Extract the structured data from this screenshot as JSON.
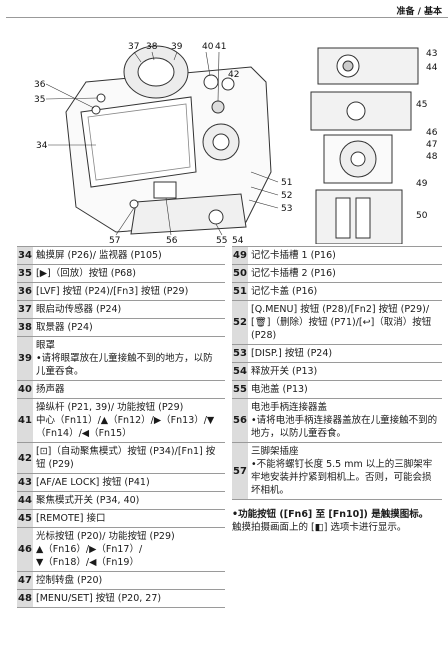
{
  "header": {
    "section": "准备 / 基本"
  },
  "figure": {
    "callouts": [
      "37",
      "38",
      "39",
      "40",
      "41",
      "42",
      "43",
      "44",
      "35",
      "36",
      "34",
      "45",
      "46",
      "47",
      "48",
      "51",
      "52",
      "53",
      "49",
      "50",
      "57",
      "56",
      "55",
      "54"
    ]
  },
  "left_items": [
    {
      "num": "34",
      "lines": [
        "触摸屏 (P26)/ 监视器 (P105)"
      ]
    },
    {
      "num": "35",
      "lines": [
        "[▶]（回放）按钮 (P68)"
      ]
    },
    {
      "num": "36",
      "lines": [
        "[LVF] 按钮 (P24)/[Fn3] 按钮 (P29)"
      ]
    },
    {
      "num": "37",
      "lines": [
        "眼启动传感器 (P24)"
      ]
    },
    {
      "num": "38",
      "lines": [
        "取景器 (P24)"
      ]
    },
    {
      "num": "39",
      "lines": [
        "眼罩",
        "•请将眼罩放在儿童接触不到的地方，以防儿童吞食。"
      ]
    },
    {
      "num": "40",
      "lines": [
        "扬声器"
      ]
    },
    {
      "num": "41",
      "lines": [
        "操纵杆 (P21, 39)/ 功能按钮 (P29)",
        "中心（Fn11）/▲（Fn12）/▶（Fn13）/▼（Fn14）/◀（Fn15）"
      ]
    },
    {
      "num": "42",
      "lines": [
        "[⊡]（自动聚焦模式）按钮 (P34)/[Fn1] 按钮 (P29)"
      ]
    },
    {
      "num": "43",
      "lines": [
        "[AF/AE LOCK] 按钮 (P41)"
      ]
    },
    {
      "num": "44",
      "lines": [
        "聚焦模式开关 (P34, 40)"
      ]
    },
    {
      "num": "45",
      "lines": [
        "[REMOTE] 接口"
      ]
    },
    {
      "num": "46",
      "lines": [
        "光标按钮 (P20)/ 功能按钮 (P29)",
        "▲（Fn16）/▶（Fn17）/",
        "▼（Fn18）/◀（Fn19）"
      ]
    },
    {
      "num": "47",
      "lines": [
        "控制转盘 (P20)"
      ]
    },
    {
      "num": "48",
      "lines": [
        "[MENU/SET] 按钮 (P20, 27)"
      ]
    }
  ],
  "right_items": [
    {
      "num": "49",
      "lines": [
        "记忆卡插槽 1 (P16)"
      ]
    },
    {
      "num": "50",
      "lines": [
        "记忆卡插槽 2 (P16)"
      ]
    },
    {
      "num": "51",
      "lines": [
        "记忆卡盖 (P16)"
      ]
    },
    {
      "num": "52",
      "lines": [
        "[Q.MENU] 按钮 (P28)/[Fn2] 按钮 (P29)/",
        "[🗑]（删除）按钮 (P71)/[↩]（取消）按钮 (P28)"
      ]
    },
    {
      "num": "53",
      "lines": [
        "[DISP.] 按钮 (P24)"
      ]
    },
    {
      "num": "54",
      "lines": [
        "释放开关 (P13)"
      ]
    },
    {
      "num": "55",
      "lines": [
        "电池盖 (P13)"
      ]
    },
    {
      "num": "56",
      "lines": [
        "电池手柄连接器盖",
        "•请将电池手柄连接器盖放在儿童接触不到的地方，以防儿童吞食。"
      ]
    },
    {
      "num": "57",
      "lines": [
        "三脚架插座",
        "•不能将螺钉长度 5.5 mm 以上的三脚架牢牢地安装并拧紧到相机上。否则，可能会损坏相机。"
      ]
    }
  ],
  "note": {
    "title": "•功能按钮 ([Fn6] 至 [Fn10]) 是触摸图标。",
    "body": "触摸拍摄画面上的 [◧] 选项卡进行显示。"
  }
}
